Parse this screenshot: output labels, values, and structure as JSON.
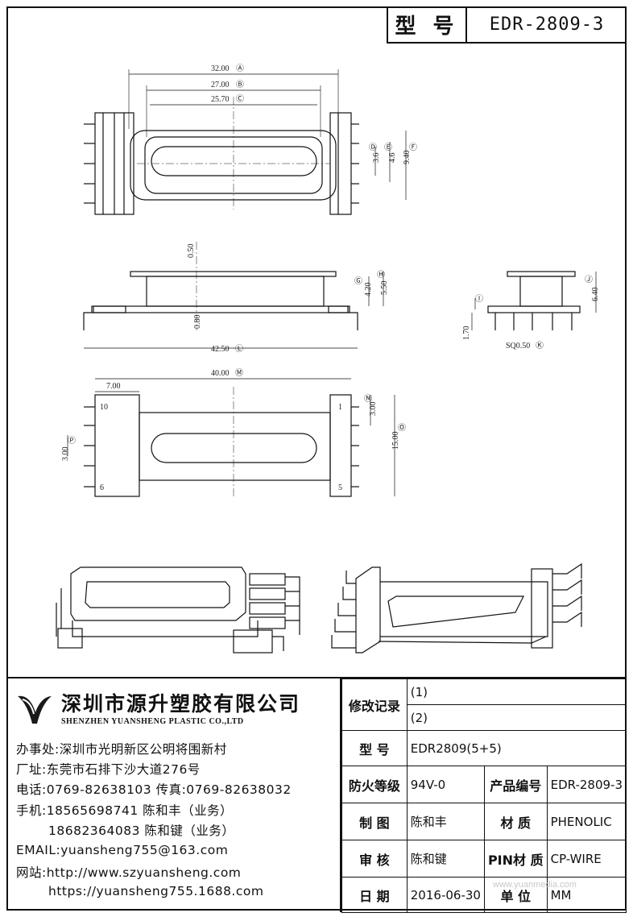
{
  "title_block": {
    "model_label": "型 号",
    "model_value": "EDR-2809-3"
  },
  "dimensions": {
    "top_view": {
      "A": "32.00",
      "A_tag": "Ⓐ",
      "B": "27.00",
      "B_tag": "Ⓑ",
      "C": "25.70",
      "C_tag": "Ⓒ",
      "D": "3.6",
      "D_tag": "Ⓓ",
      "E": "4.6",
      "E_tag": "Ⓔ",
      "F": "9.40",
      "F_tag": "Ⓕ"
    },
    "side_view": {
      "t1": "0.50",
      "G": "4.20",
      "G_tag": "Ⓖ",
      "H": "5.50",
      "H_tag": "Ⓗ",
      "t2": "0.80",
      "L": "42.50",
      "L_tag": "Ⓛ"
    },
    "end_view": {
      "I_tag": "Ⓘ",
      "J": "6.40",
      "J_tag": "Ⓙ",
      "h": "1.70",
      "K": "SQ0.50",
      "K_tag": "Ⓚ"
    },
    "bottom_view": {
      "w": "7.00",
      "M": "40.00",
      "M_tag": "Ⓜ",
      "N": "3.00",
      "N_tag": "Ⓝ",
      "O": "15.00",
      "O_tag": "Ⓞ",
      "P": "3.00",
      "P_tag": "Ⓟ",
      "pin1": "1",
      "pin5": "5",
      "pin6": "6",
      "pin10": "10"
    }
  },
  "company": {
    "name_cn": "深圳市源升塑胶有限公司",
    "name_en": "SHENZHEN YUANSHENG PLASTIC CO.,LTD",
    "office": "办事处:深圳市光明新区公明将围新村",
    "factory": "厂址:东莞市石排下沙大道276号",
    "phone": "电话:0769-82638103 传真:0769-82638032",
    "mobile1": "手机:18565698741 陈和丰（业务）",
    "mobile2": "18682364083 陈和键（业务）",
    "email": "EMAIL:yuansheng755@163.com",
    "web1": "网站:http://www.szyuansheng.com",
    "web2": "https://yuansheng755.1688.com"
  },
  "table": {
    "rev_label": "修改记录",
    "rev1": "(1)",
    "rev2": "(2)",
    "model_label": "型 号",
    "model_value": "EDR2809(5+5)",
    "fire_label": "防火等级",
    "fire_value": "94V-0",
    "prodno_label": "产品编号",
    "prodno_value": "EDR-2809-3",
    "drawn_label": "制 图",
    "drawn_value": "陈和丰",
    "material_label": "材 质",
    "material_value": "PHENOLIC",
    "check_label": "审 核",
    "check_value": "陈和键",
    "pin_label": "PIN材 质",
    "pin_value": "CP-WIRE",
    "date_label": "日 期",
    "date_value": "2016-06-30",
    "unit_label": "单 位",
    "unit_value": "MM"
  },
  "watermark": "www.yuanmedia.com"
}
